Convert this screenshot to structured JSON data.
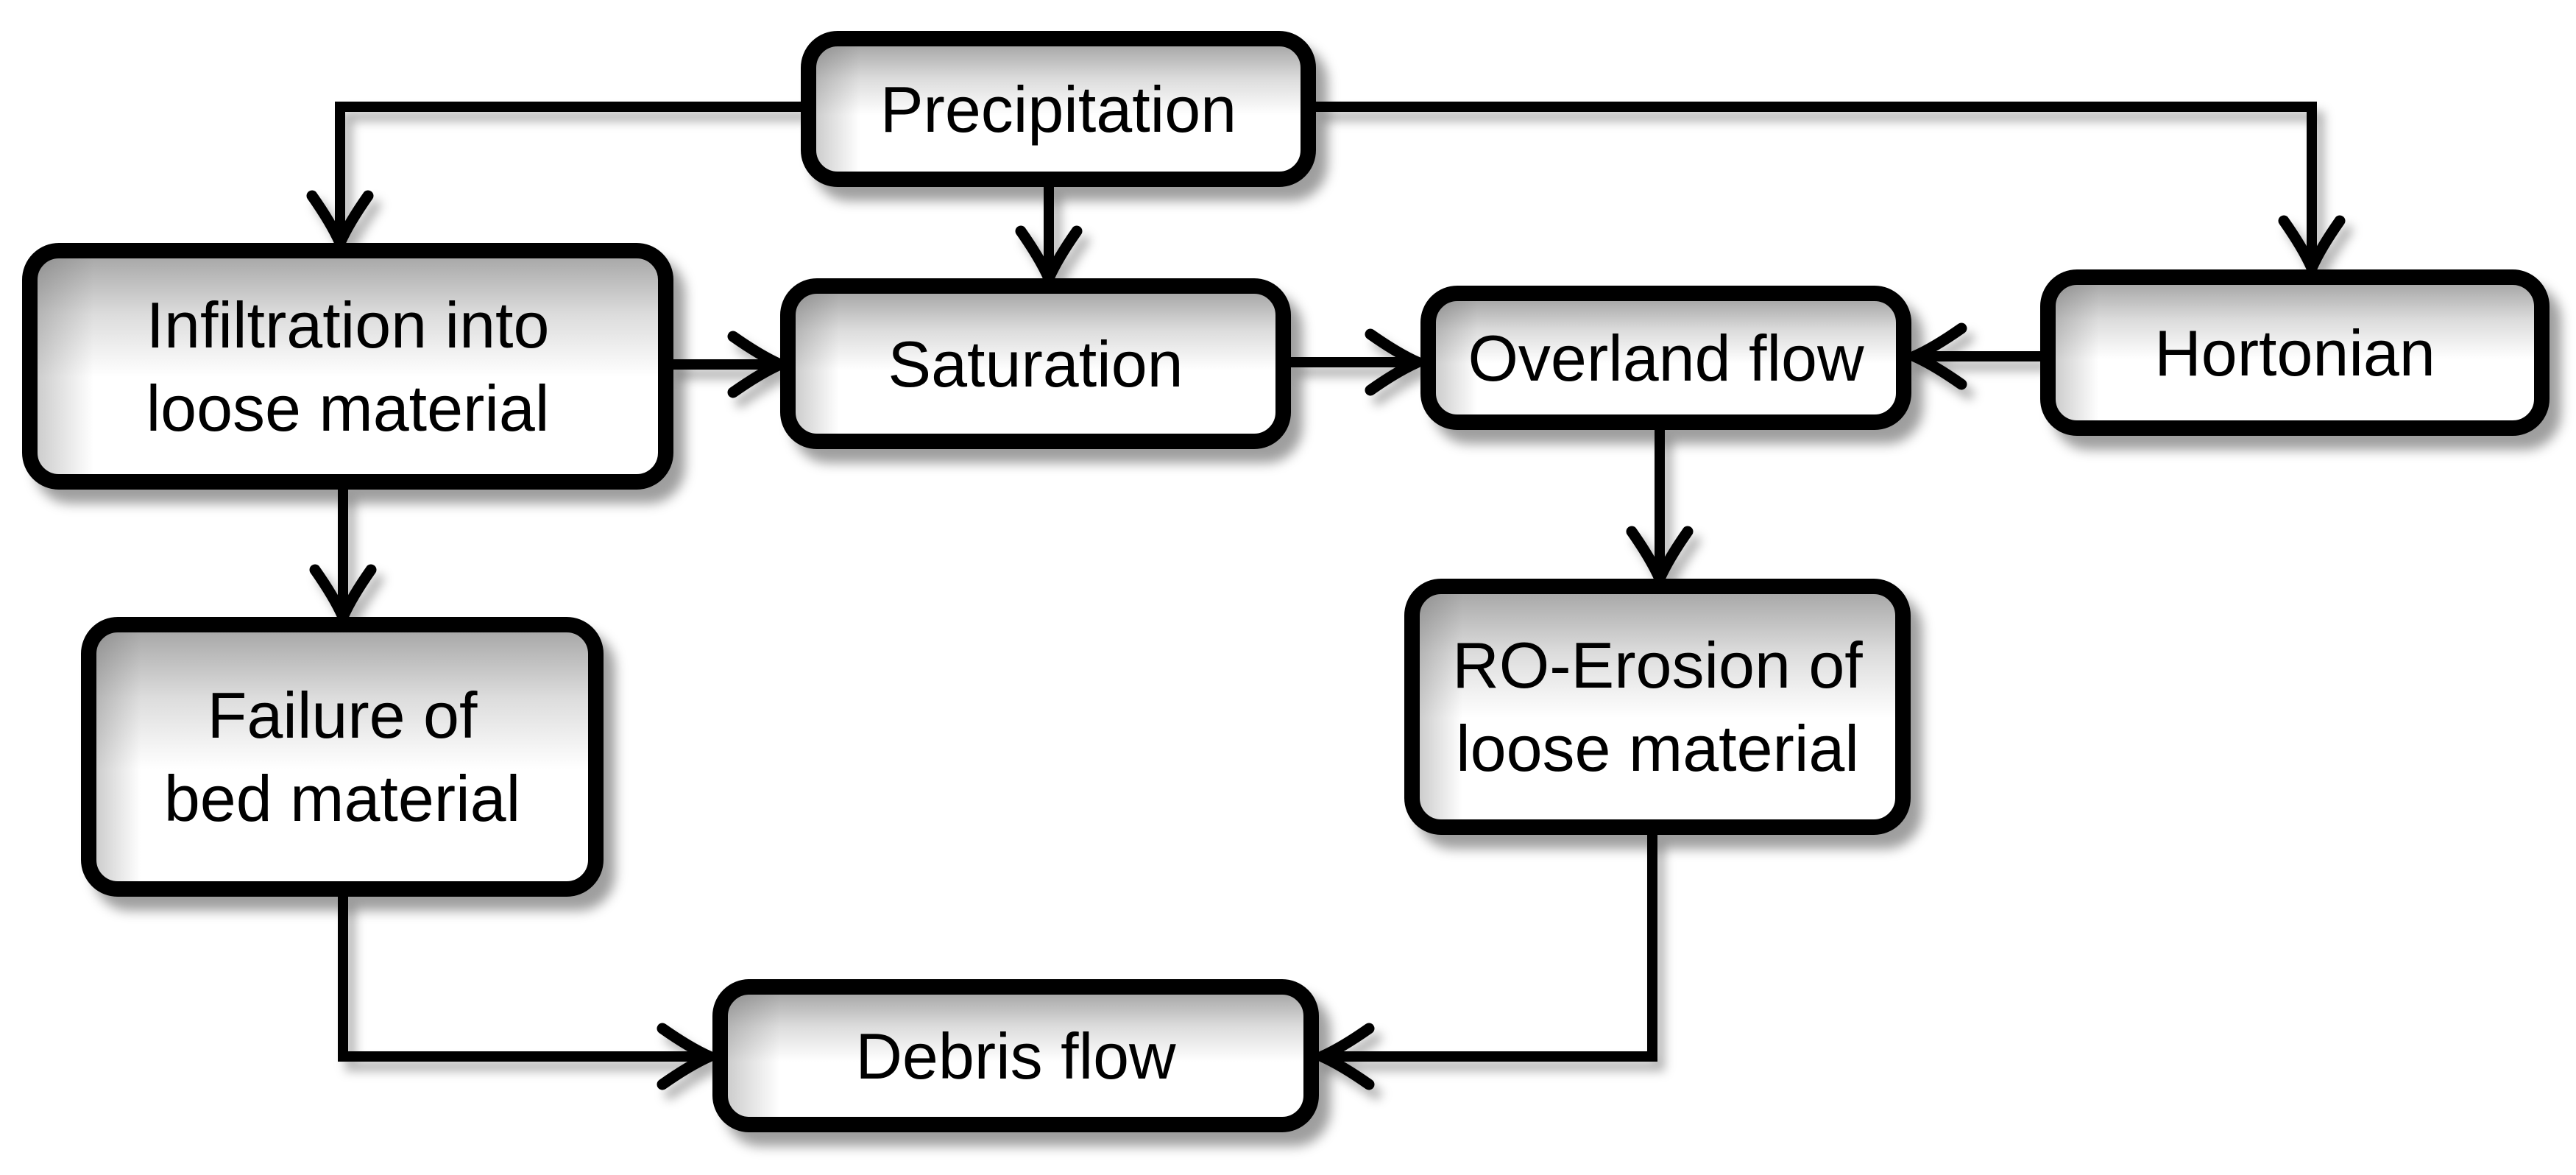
{
  "diagram": {
    "type": "flowchart",
    "background_color": "#ffffff",
    "style": {
      "box_border_color": "#000000",
      "box_fill_color": "#ffffff",
      "box_gloss_top_color": "#a9a9a9",
      "line_color": "#000000",
      "text_color": "#000000",
      "arrowhead_style": "open-v"
    },
    "nodes": [
      {
        "id": "precipitation",
        "label": "Precipitation"
      },
      {
        "id": "infiltration",
        "label": "Infiltration into\nloose material"
      },
      {
        "id": "saturation",
        "label": "Saturation"
      },
      {
        "id": "overland_flow",
        "label": "Overland flow"
      },
      {
        "id": "hortonian",
        "label": "Hortonian"
      },
      {
        "id": "failure",
        "label": "Failure of\nbed material"
      },
      {
        "id": "ro_erosion",
        "label": "RO-Erosion of\nloose material"
      },
      {
        "id": "debris_flow",
        "label": "Debris flow"
      }
    ],
    "edges": [
      {
        "from": "precipitation",
        "to": "infiltration"
      },
      {
        "from": "precipitation",
        "to": "saturation"
      },
      {
        "from": "precipitation",
        "to": "hortonian"
      },
      {
        "from": "infiltration",
        "to": "saturation"
      },
      {
        "from": "saturation",
        "to": "overland_flow"
      },
      {
        "from": "hortonian",
        "to": "overland_flow"
      },
      {
        "from": "infiltration",
        "to": "failure"
      },
      {
        "from": "overland_flow",
        "to": "ro_erosion"
      },
      {
        "from": "failure",
        "to": "debris_flow"
      },
      {
        "from": "ro_erosion",
        "to": "debris_flow"
      }
    ]
  }
}
